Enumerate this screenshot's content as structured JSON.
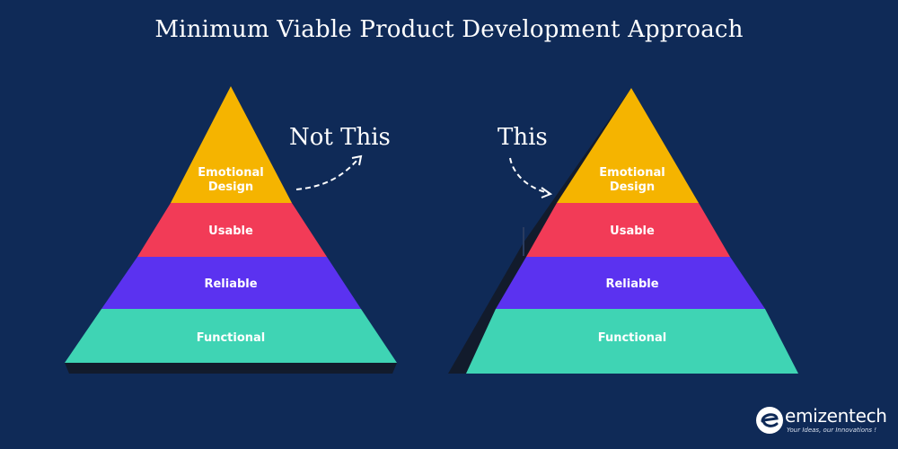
{
  "title": "Minimum Viable Product Development Approach",
  "captions": {
    "not_this": "Not This",
    "this": "This"
  },
  "layers": {
    "top_line1": "Emotional",
    "top_line2": "Design",
    "usable": "Usable",
    "reliable": "Reliable",
    "functional": "Functional"
  },
  "colors": {
    "background": "#0f2a57",
    "emotional": "#f5b400",
    "usable": "#f23b57",
    "reliable": "#5b32f0",
    "functional": "#3fd4b4",
    "shadow": "#121b2c"
  },
  "logo": {
    "word": "emizentech",
    "tagline": "Your Ideas, our Innovations !"
  }
}
